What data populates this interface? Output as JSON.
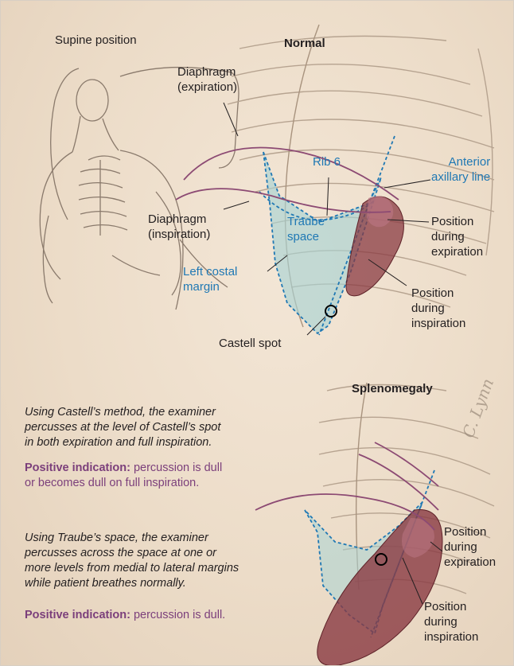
{
  "panels": {
    "supine_title": "Supine position",
    "normal_title": "Normal",
    "splenomegaly_title": "Splenomegaly"
  },
  "labels": {
    "diaphragm_expiration": "Diaphragm\n(expiration)",
    "diaphragm_inspiration": "Diaphragm\n(inspiration)",
    "rib6": "Rib 6",
    "anterior_axillary_line": "Anterior\naxillary line",
    "traube_space": "Traube\nspace",
    "left_costal_margin": "Left costal\nmargin",
    "castell_spot": "Castell spot",
    "normal_position_expiration": "Position\nduring\nexpiration",
    "normal_position_inspiration": "Position\nduring\ninspiration",
    "spleno_position_expiration": "Position\nduring\nexpiration",
    "spleno_position_inspiration": "Position\nduring\ninspiration",
    "signature": "C. Lynn"
  },
  "notes": {
    "castell_method": "Using Castell’s method, the examiner\npercusses at the level of Castell’s spot\nin both expiration and full inspiration.",
    "castell_positive_label": "Positive indication:",
    "castell_positive_text": " percussion is dull\nor becomes dull on full inspiration.",
    "traube_method": "Using Traube’s space, the examiner\npercusses across the space at one or\nmore levels from medial to lateral margins\nwhile patient breathes normally.",
    "traube_positive_label": "Positive indication:",
    "traube_positive_text": " percussion is dull."
  },
  "colors": {
    "annotation_blue": "#1f78b4",
    "positive_purple": "#7b3f7b",
    "traube_fill": "#a9d3d3",
    "spleen": "#8a3a42",
    "diaphragm_line": "#8c4a73",
    "sketch": "#8a7a6c"
  }
}
